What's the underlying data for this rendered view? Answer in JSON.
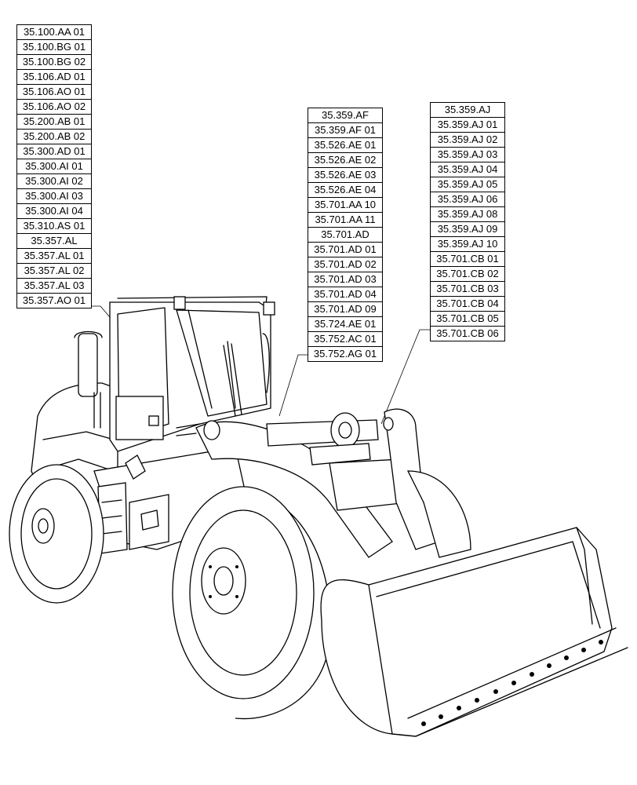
{
  "callouts": {
    "left": [
      "35.100.AA 01",
      "35.100.BG 01",
      "35.100.BG 02",
      "35.106.AD 01",
      "35.106.AO 01",
      "35.106.AO 02",
      "35.200.AB 01",
      "35.200.AB 02",
      "35.300.AD 01",
      "35.300.AI 01",
      "35.300.AI 02",
      "35.300.AI 03",
      "35.300.AI 04",
      "35.310.AS 01",
      "35.357.AL",
      "35.357.AL 01",
      "35.357.AL 02",
      "35.357.AL 03",
      "35.357.AO 01"
    ],
    "middle": [
      "35.359.AF",
      "35.359.AF 01",
      "35.526.AE 01",
      "35.526.AE 02",
      "35.526.AE 03",
      "35.526.AE 04",
      "35.701.AA 10",
      "35.701.AA 11",
      "35.701.AD",
      "35.701.AD 01",
      "35.701.AD 02",
      "35.701.AD 03",
      "35.701.AD 04",
      "35.701.AD 09",
      "35.724.AE 01",
      "35.752.AC 01",
      "35.752.AG 01"
    ],
    "right": [
      "35.359.AJ",
      "35.359.AJ 01",
      "35.359.AJ 02",
      "35.359.AJ 03",
      "35.359.AJ 04",
      "35.359.AJ 05",
      "35.359.AJ 06",
      "35.359.AJ 08",
      "35.359.AJ 09",
      "35.359.AJ 10",
      "35.701.CB 01",
      "35.701.CB 02",
      "35.701.CB 03",
      "35.701.CB 04",
      "35.701.CB 05",
      "35.701.CB 06"
    ]
  }
}
